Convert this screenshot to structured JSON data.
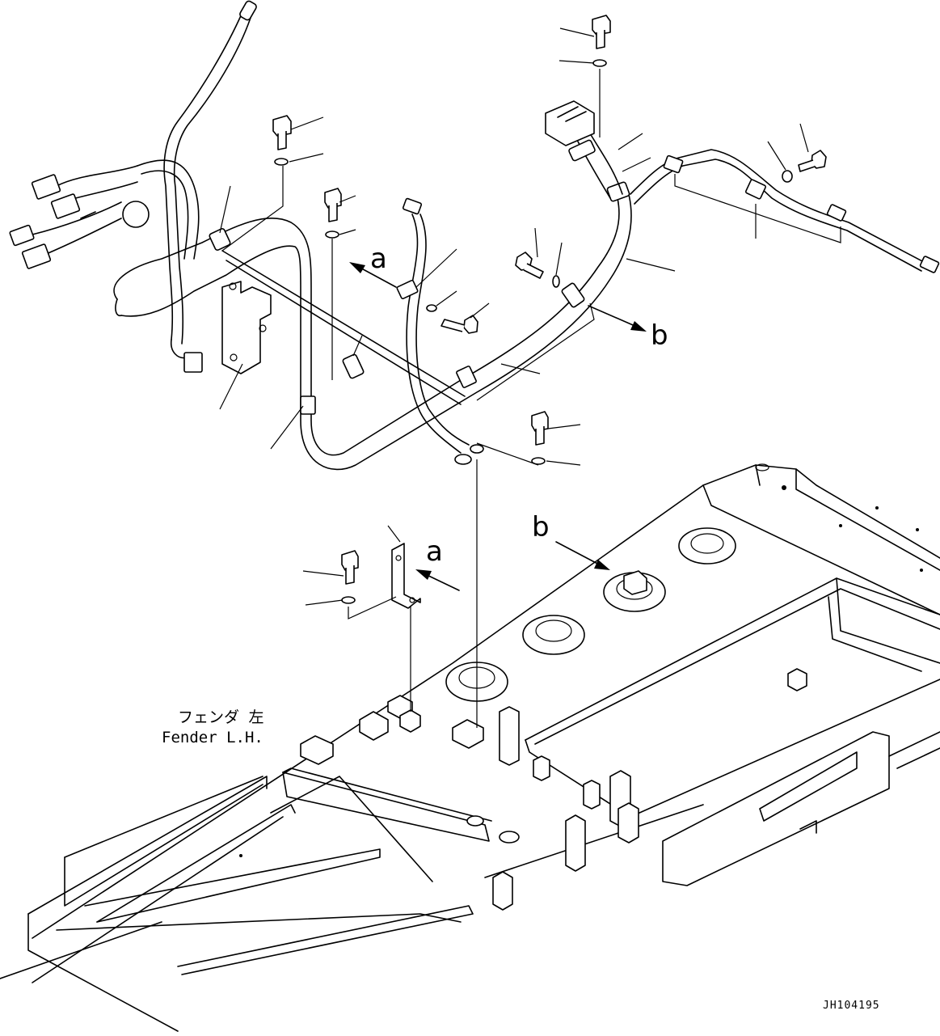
{
  "labels": {
    "view_a_arrow_upper": "a",
    "view_b_arrow_upper": "b",
    "view_a_arrow_lower": "a",
    "view_b_arrow_lower": "b",
    "fender_jp": "フェンダ 左",
    "fender_en": "Fender L.H.",
    "drawing_code": "JH104195"
  }
}
